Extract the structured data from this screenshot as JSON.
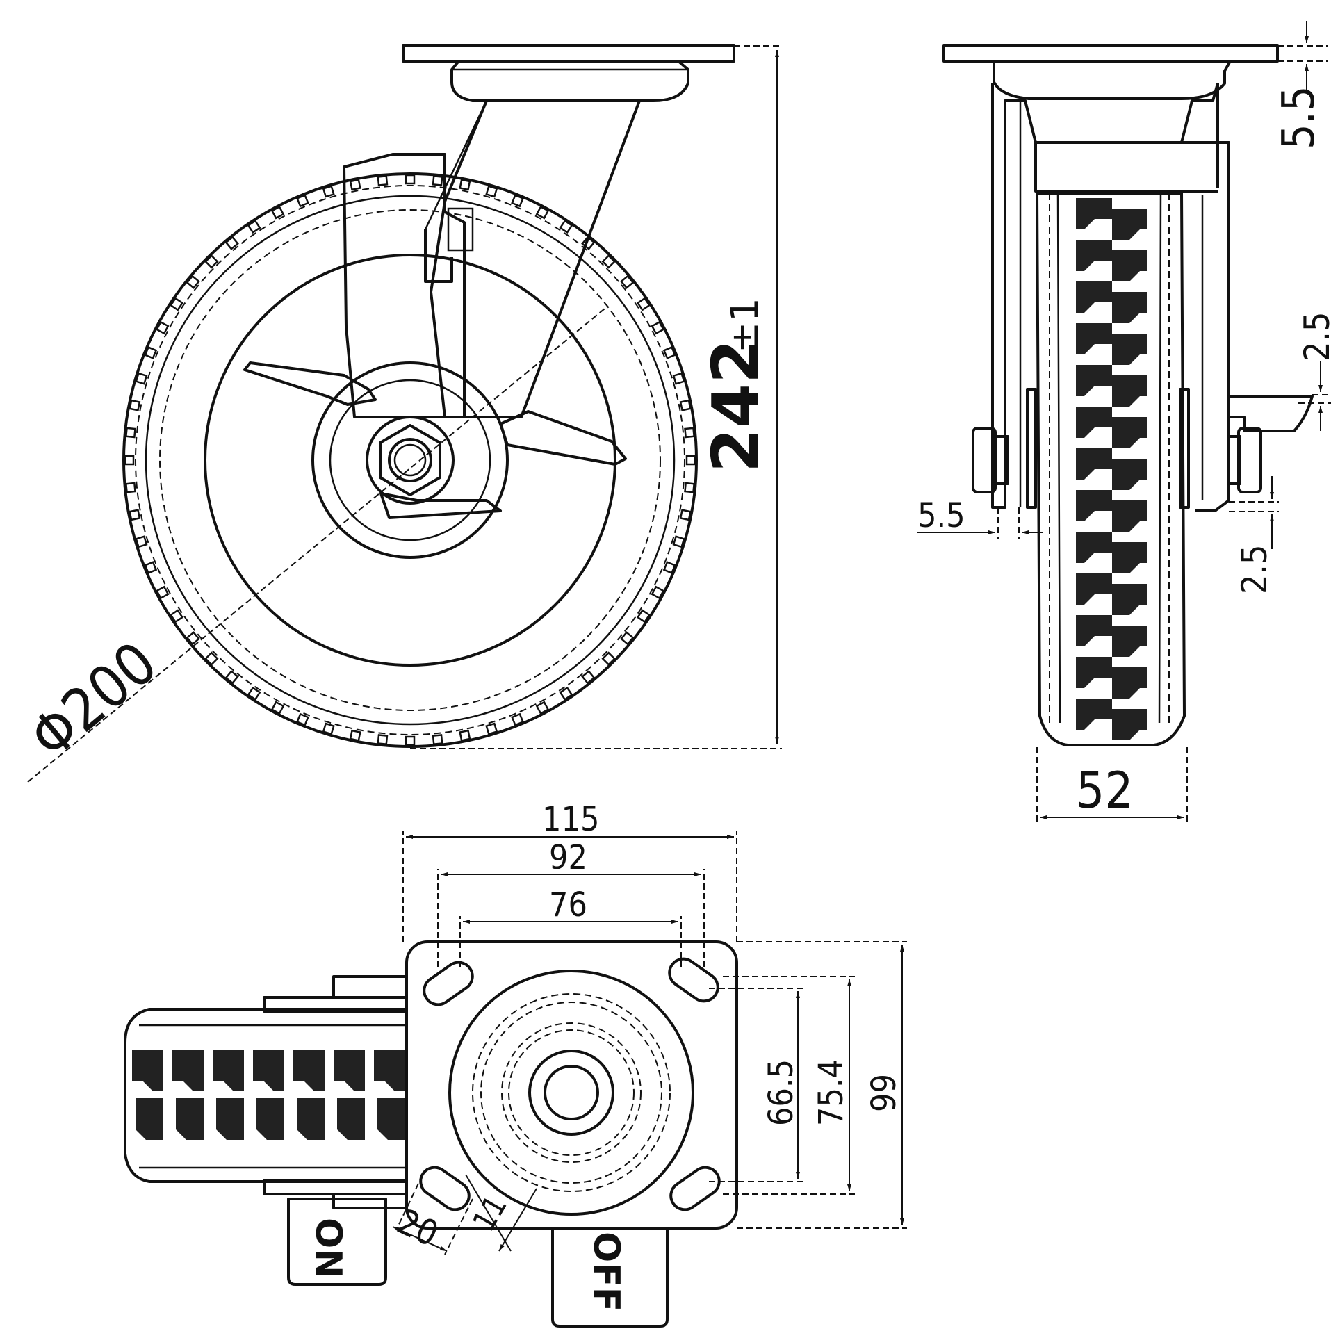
{
  "dimensions": {
    "wheel_diameter": "Φ200",
    "overall_height": "242",
    "overall_height_tolerance": "±1",
    "top_plate_thickness": "5.5",
    "brake_gap": "2.5",
    "side_gap": "5.5",
    "brake_offset": "2.5",
    "wheel_width": "52",
    "plate_length": "115",
    "bolt_spacing_long_outer": "92",
    "bolt_spacing_long_inner": "76",
    "bolt_spacing_short_inner": "66.5",
    "bolt_spacing_short_outer": "75.4",
    "plate_width": "99",
    "slot_length": "20",
    "slot_width": "11"
  },
  "labels": {
    "brake_on": "ON",
    "brake_off": "OFF"
  },
  "colors": {
    "line": "#111111",
    "background": "#ffffff"
  }
}
